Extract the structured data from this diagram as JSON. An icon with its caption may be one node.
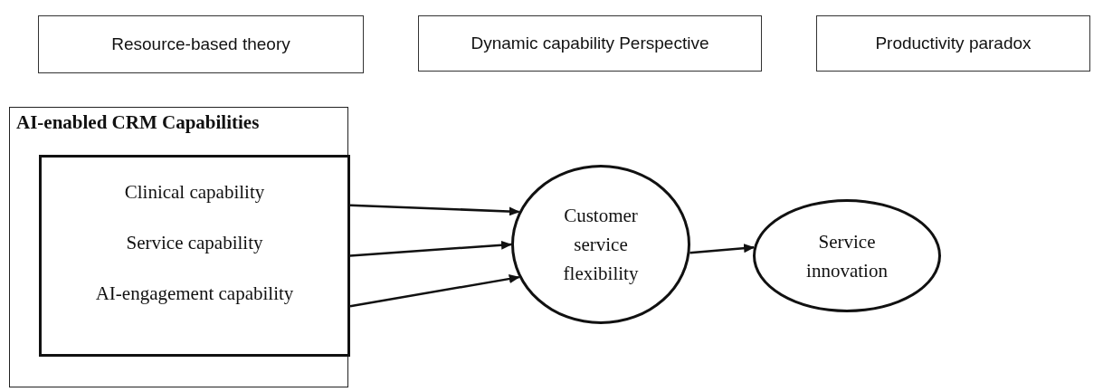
{
  "diagram": {
    "nodes": [
      {
        "text": [
          "Resource-based theory"
        ]
      },
      {
        "text": [
          "Dynamic capability Perspective"
        ]
      },
      {
        "text": [
          "Productivity paradox"
        ]
      },
      {
        "text": [
          "AI-enabled CRM Capabilities"
        ]
      },
      {
        "text": [
          "Clinical capability",
          "Service capability",
          "AI-engagement capability"
        ],
        "in": 3
      },
      {
        "text": [
          "Customer service flexibility"
        ]
      },
      {
        "text": [
          "Service innovation"
        ]
      }
    ],
    "edges": [
      {
        "from": 4,
        "to": 5,
        "arrow": "to"
      },
      {
        "from": 4,
        "to": 5,
        "arrow": "to"
      },
      {
        "from": 4,
        "to": 5,
        "arrow": "to"
      },
      {
        "from": 5,
        "to": 6,
        "arrow": "to"
      }
    ]
  }
}
